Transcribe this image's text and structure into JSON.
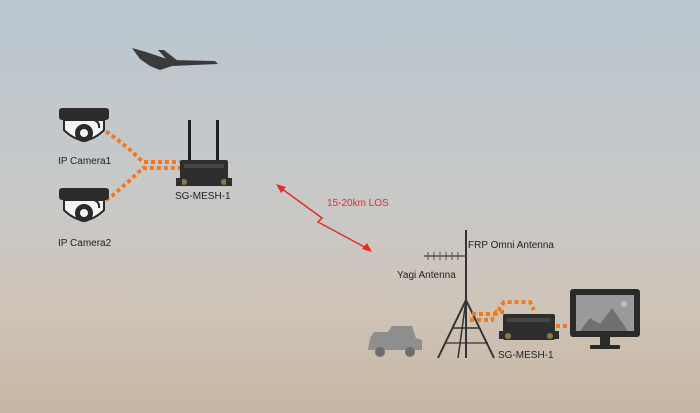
{
  "labels": {
    "camera1": "IP Camera1",
    "camera2": "IP Camera2",
    "mesh_left": "SG-MESH-1",
    "los": "15-20km LOS",
    "omni": "FRP Omni Antenna",
    "yagi": "Yagi Antenna",
    "mesh_right": "SG-MESH-1"
  },
  "colors": {
    "link": "#f07a22",
    "wireless": "#e0302a",
    "equipment": "#2b2b2b"
  }
}
